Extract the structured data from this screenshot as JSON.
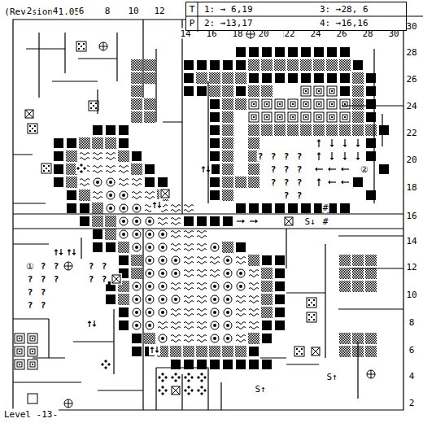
{
  "diagram": {
    "nodes": [
      {
        "text": [
          "T",
          "1: → 6,19",
          "3: →28, 6",
          "P",
          "2: →13,17",
          "4: →16,16"
        ]
      }
    ],
    "labels": [
      "(Revision 1.05)",
      "2",
      "4",
      "6",
      "8",
      "10",
      "12",
      "14",
      "16",
      "18",
      "20",
      "22",
      "24",
      "26",
      "28",
      "30",
      "30",
      "28",
      "26",
      "24",
      "22",
      "20",
      "18",
      "16",
      "14",
      "12",
      "10",
      "8",
      "6",
      "4",
      "2",
      "?",
      "?",
      "?",
      "?",
      "?",
      "?",
      "?",
      "?",
      "?",
      "?",
      "?",
      "?",
      "②",
      "#",
      "S↓",
      "#",
      "①",
      "?",
      "?",
      "?",
      "?",
      "?",
      "?",
      "?",
      "?",
      "?",
      "?",
      "?",
      "?",
      "?",
      "S↑",
      "S↑",
      "Level -13-"
    ]
  }
}
